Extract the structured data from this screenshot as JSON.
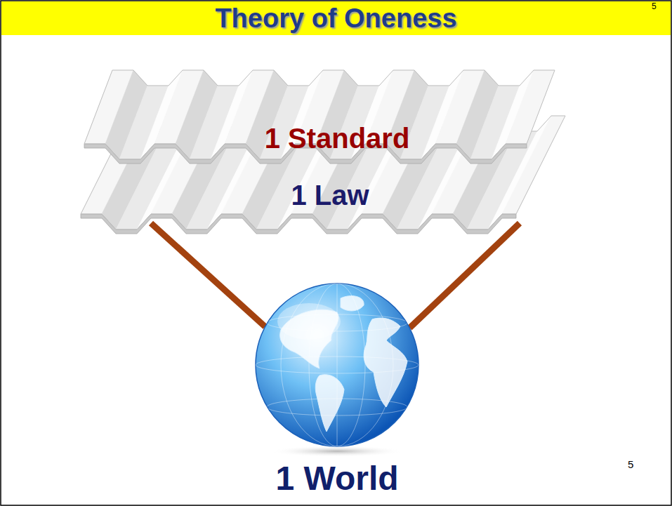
{
  "diagram": {
    "title": "Theory of Oneness",
    "nodes": [
      {
        "text": [
          "1 Standard"
        ]
      },
      {
        "text": [
          "1 Law"
        ]
      },
      {
        "text": [
          "1 World"
        ]
      }
    ],
    "edges": [
      {
        "from": 1,
        "to": 2,
        "arrow": "none"
      },
      {
        "from": 1,
        "to": 2,
        "arrow": "none"
      }
    ],
    "labels": [
      "5",
      "5"
    ]
  }
}
